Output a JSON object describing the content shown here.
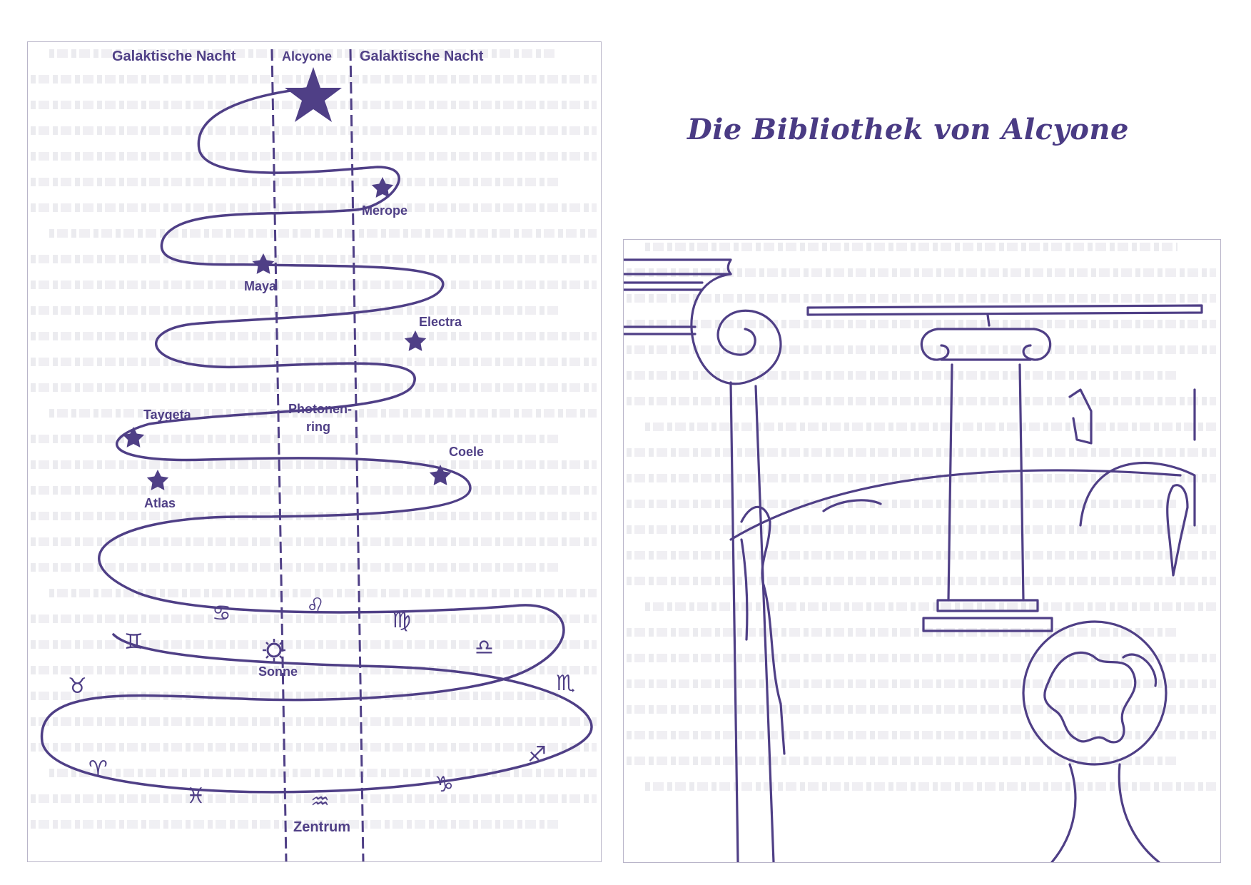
{
  "title": "Die Bibliothek von Alcyone",
  "colors": {
    "ink": "#4f3f86",
    "panel_border": "#b9b5c9",
    "ghost_text": "#dcdbe3"
  },
  "diagram": {
    "header_left": "Galaktische Nacht",
    "header_center": "Alcyone",
    "header_right": "Galaktische Nacht",
    "stars": [
      {
        "name": "Merope"
      },
      {
        "name": "Maya"
      },
      {
        "name": "Electra"
      },
      {
        "name": "Taygeta"
      },
      {
        "name": "Coele"
      },
      {
        "name": "Atlas"
      }
    ],
    "photon_ring": [
      "Photonen-",
      "ring"
    ],
    "sun_label": "Sonne",
    "center_label": "Zentrum",
    "zodiac": {
      "cancer": "♋",
      "leo": "♌",
      "virgo": "♍",
      "libra": "♎",
      "gemini": "♊",
      "taurus": "♉",
      "scorpio": "♏",
      "aries": "♈",
      "sagittarius": "♐",
      "pisces": "♓",
      "capricorn": "♑",
      "aquarius": "♒"
    }
  },
  "illustration": {
    "description_icons": [
      "ionic-column-icon",
      "globe-icon",
      "figure-icon"
    ]
  }
}
